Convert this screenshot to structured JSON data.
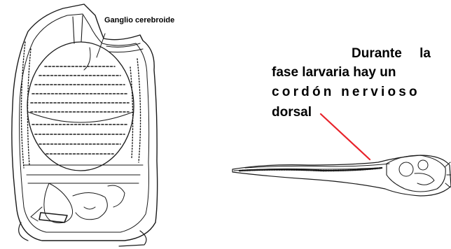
{
  "labels": {
    "ganglio": "Ganglio cerebroide",
    "annotation_lines": [
      "Durante la",
      "fase larvaria hay un",
      "cordón nervioso",
      "dorsal"
    ]
  },
  "colors": {
    "pointer_line": "#e8222a",
    "ink": "#1a1a1a"
  }
}
